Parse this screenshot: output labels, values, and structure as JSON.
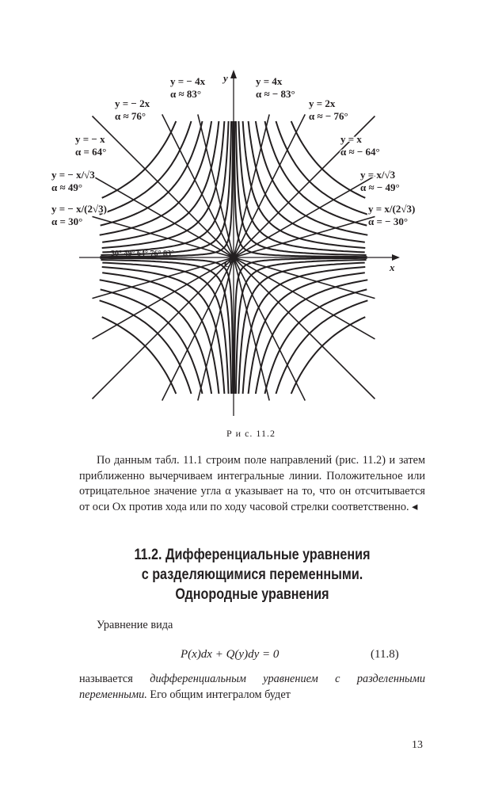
{
  "figure": {
    "axis_x": "x",
    "axis_y": "y",
    "origin": "O",
    "left_labels": [
      {
        "eq": "y = − 4x",
        "angle": "α ≈ 83°"
      },
      {
        "eq": "y = − 2x",
        "angle": "α ≈ 76°"
      },
      {
        "eq": "y = − x",
        "angle": "α = 64°"
      },
      {
        "eq": "y = − x/√3",
        "angle": "α ≈ 49°"
      },
      {
        "eq": "y = − x/(2√3)",
        "angle": "α = 30°"
      }
    ],
    "right_labels": [
      {
        "eq": "y = 4x",
        "angle": "α ≈ − 83°"
      },
      {
        "eq": "y = 2x",
        "angle": "α ≈ − 76°"
      },
      {
        "eq": "y = x",
        "angle": "α ≈ − 64°"
      },
      {
        "eq": "y = x/√3",
        "angle": "α ≈ − 49°"
      },
      {
        "eq": "y = x/(2√3)",
        "angle": "α = − 30°"
      }
    ],
    "axis_angles": "30° 49° 64° 76° 83°",
    "caption": "Р и с. 11.2"
  },
  "paragraph1": "По данным табл. 11.1 строим поле направлений (рис. 11.2) и затем приближенно вычерчиваем интегральные линии. Положительное или отрицательное значение угла α указывает на то, что он отсчитывается от оси Ox против хода или по ходу часовой стрелки соответственно. ◂",
  "heading": [
    "11.2. Дифференциальные уравнения",
    "с разделяющимися переменными.",
    "Однородные уравнения"
  ],
  "paragraph2": "Уравнение вида",
  "equation": "P(x)dx + Q(y)dy = 0",
  "equation_number": "(11.8)",
  "paragraph3_pre": "называется ",
  "paragraph3_em": "дифференциальным уравнением с разделенными переменными.",
  "paragraph3_post": " Его общим интегралом будет",
  "page_number": "13"
}
